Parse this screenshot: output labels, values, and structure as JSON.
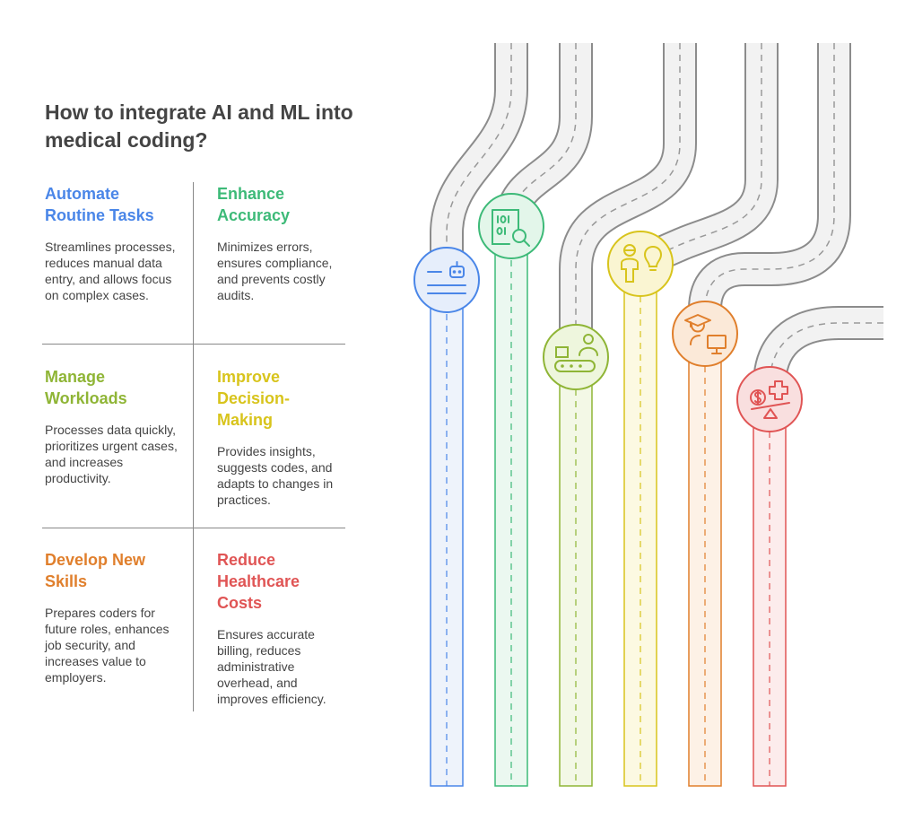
{
  "title": "How to integrate AI and ML into medical coding?",
  "items": [
    {
      "heading": "Automate Routine Tasks",
      "description": "Streamlines processes, reduces manual data entry, and allows focus on complex cases.",
      "color": "#4a86e8",
      "fill": "#eef3fb",
      "icon": "robot-document-icon"
    },
    {
      "heading": "Enhance Accuracy",
      "description": "Minimizes errors, ensures compliance, and prevents costly audits.",
      "color": "#3dba78",
      "fill": "#ebf8f0",
      "icon": "binary-document-magnifier-icon"
    },
    {
      "heading": "Manage Workloads",
      "description": "Processes data quickly, prioritizes urgent cases, and increases productivity.",
      "color": "#8fb536",
      "fill": "#f3f8e6",
      "icon": "conveyor-worker-icon"
    },
    {
      "heading": "Improve Decision-Making",
      "description": "Provides insights, suggests codes, and adapts to changes in practices.",
      "color": "#d8c41c",
      "fill": "#fcf9e2",
      "icon": "person-lightbulb-icon"
    },
    {
      "heading": "Develop New Skills",
      "description": "Prepares coders for future roles, enhances job security, and increases value to employers.",
      "color": "#e07f2c",
      "fill": "#fdf1e6",
      "icon": "graduate-computer-icon"
    },
    {
      "heading": "Reduce Healthcare Costs",
      "description": "Ensures accurate billing, reduces administrative overhead, and improves efficiency.",
      "color": "#e05555",
      "fill": "#fcecec",
      "icon": "dollar-medical-scale-icon"
    }
  ]
}
